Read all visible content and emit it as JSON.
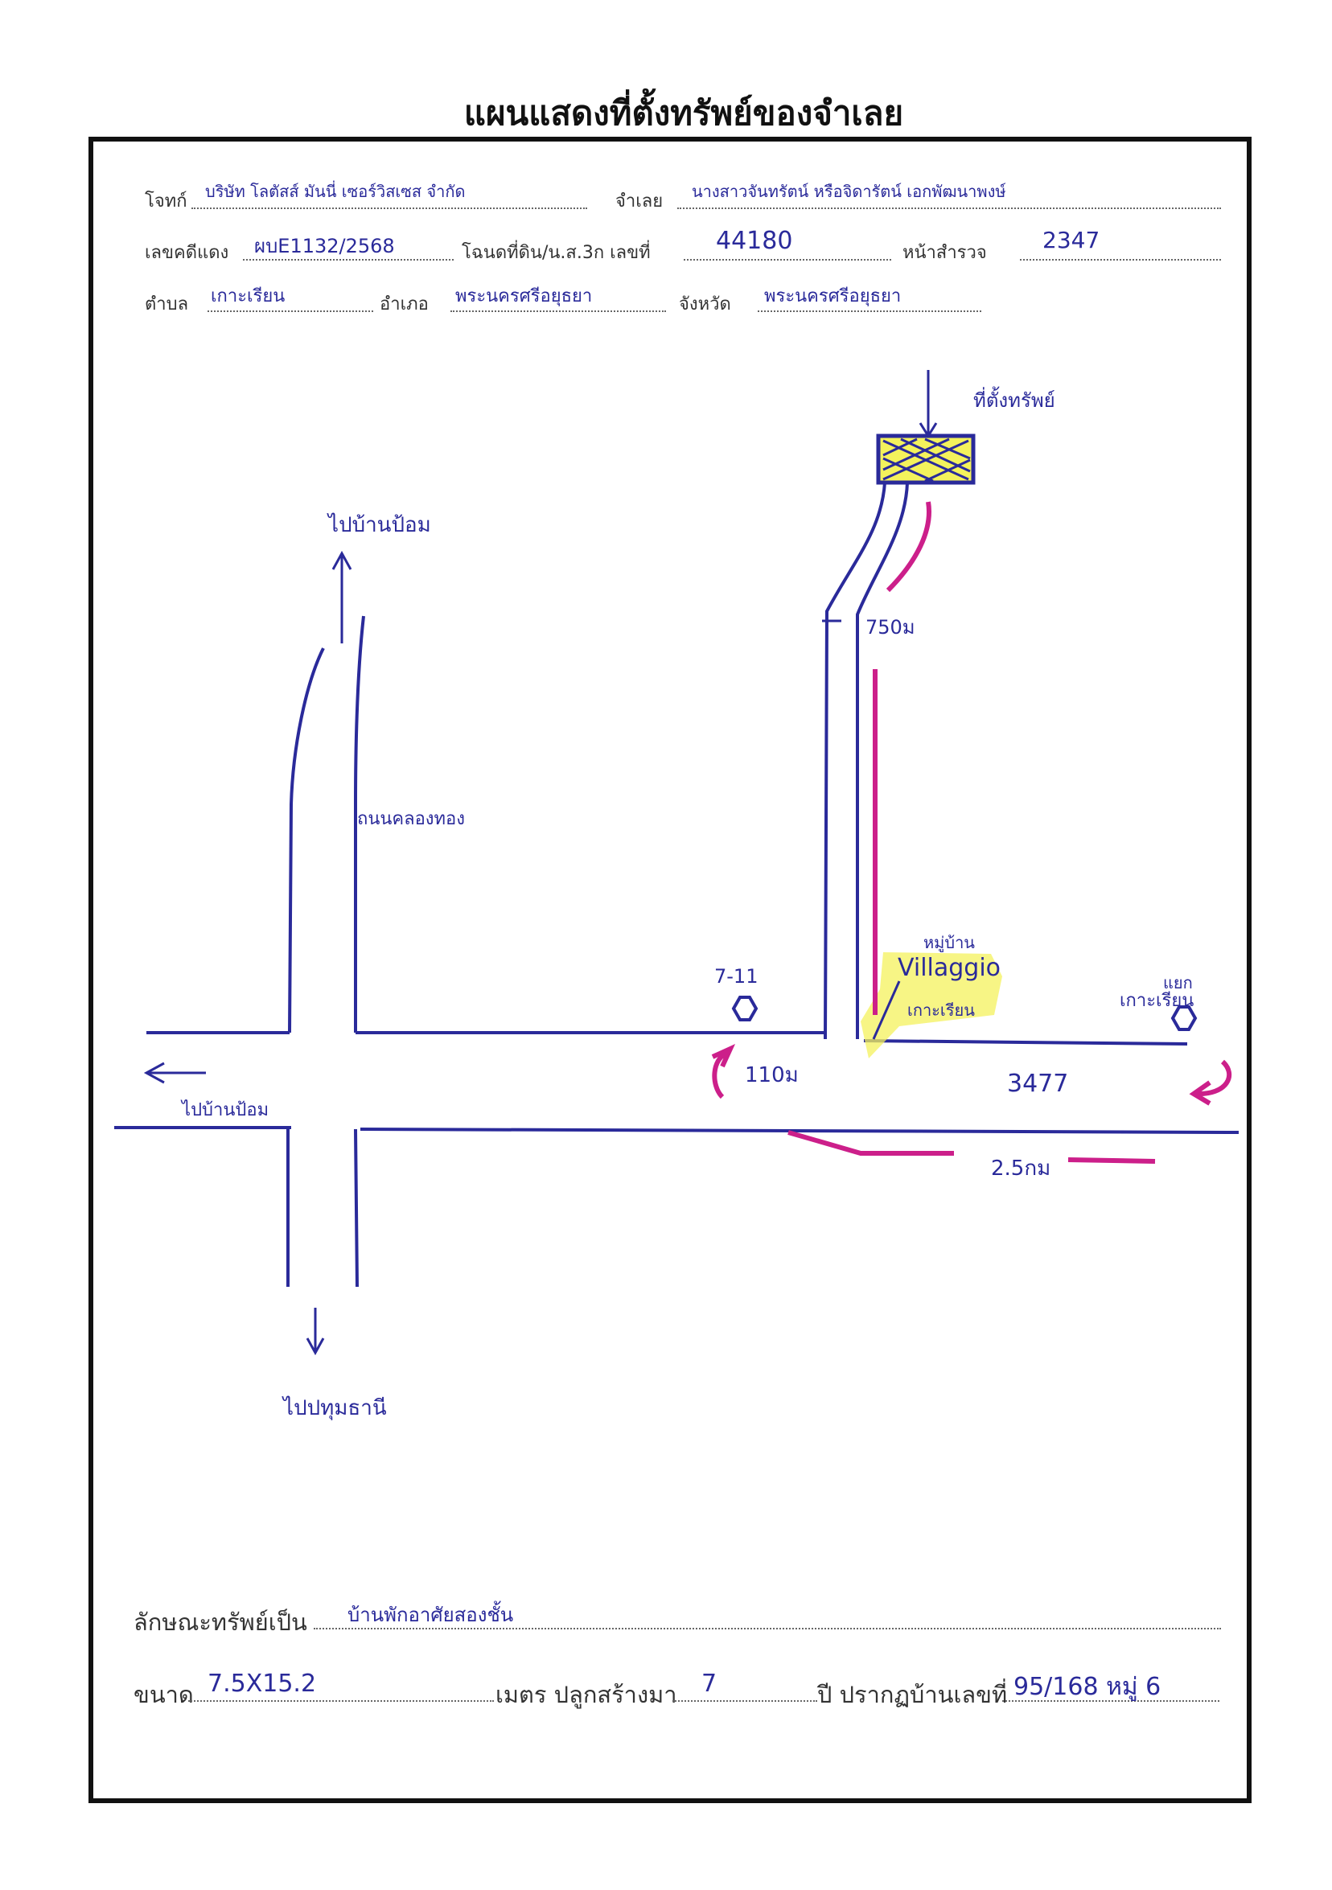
{
  "document": {
    "title": "แผนแสดงที่ตั้งทรัพย์ของจำเลย"
  },
  "header_fields": {
    "plaintiff_label": "โจทก์",
    "plaintiff_value": "บริษัท โลตัสส์ มันนี่ เซอร์วิสเซส จำกัด",
    "defendant_label": "จำเลย",
    "defendant_value": "นางสาวจันทรัตน์ หรือจิดารัตน์ เอกพัฒนาพงษ์",
    "case_label": "เลขคดีแดง",
    "case_value": "ผบE1132/2568",
    "deed_label": "โฉนดที่ดิน/น.ส.3ก เลขที่",
    "deed_value": "44180",
    "survey_label": "หน้าสำรวจ",
    "survey_value": "2347",
    "subdistrict_label": "ตำบล",
    "subdistrict_value": "เกาะเรียน",
    "district_label": "อำเภอ",
    "district_value": "พระนครศรีอยุธยา",
    "province_label": "จังหวัด",
    "province_value": "พระนครศรีอยุธยา"
  },
  "map": {
    "property_label": "ที่ตั้งทรัพย์",
    "north_destination": "ไปบ้านป้อม",
    "west_destination": "ไปบ้านป้อม",
    "south_destination": "ไปปทุมธานี",
    "road_name": "ถนนคลองทอง",
    "lane_distance": "750ม",
    "store_label": "7-11",
    "village_top": "หมู่บ้าน",
    "village_name": "Villaggio",
    "village_sub": "เกาะเรียน",
    "intersection_label": "แยก",
    "right_label": "เกาะเรียน",
    "turn_distance": "110ม",
    "highway_number": "3477",
    "segment_distance": "2.5กม"
  },
  "footer_fields": {
    "type_label": "ลักษณะทรัพย์เป็น",
    "type_value": "บ้านพักอาศัยสองชั้น",
    "size_label": "ขนาด",
    "size_value": "7.5X15.2",
    "unit_label": "เมตร ปลูกสร้างมา",
    "years_value": "7",
    "address_label": "ปี ปรากฏบ้านเลขที่",
    "address_value": "95/168 หมู่ 6"
  },
  "colors": {
    "ink_blue": "#2a2a9a",
    "marker_magenta": "#cc1f8a",
    "highlight_yellow": "#f4f25c",
    "frame_black": "#111111"
  }
}
